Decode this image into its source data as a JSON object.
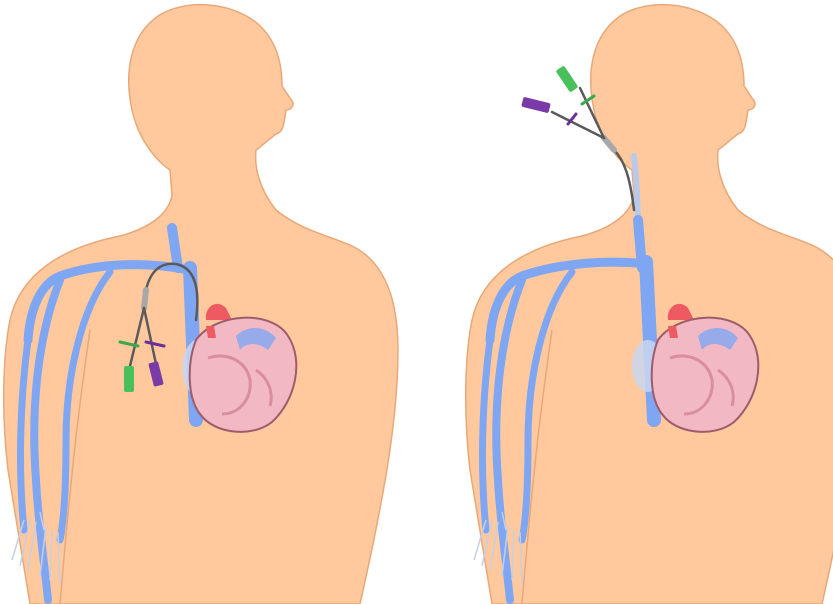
{
  "figure": {
    "panels": [
      {
        "id": "left",
        "route": "chest-catheter"
      },
      {
        "id": "right",
        "route": "neck-catheter"
      }
    ]
  },
  "colors": {
    "background": "#ffffff",
    "skin": "#ffc99d",
    "skin_outline": "#e8a878",
    "vein": "#7fa6f2",
    "vein_dark": "#5f86de",
    "artery": "#ee5a62",
    "heart": "#f2b8c4",
    "heart_dark": "#d98ea0",
    "heart_outline": "#9e5c6a",
    "catheter_line": "#5a5a5a",
    "catheter_metal": "#a8a8a8",
    "port_green": "#49c05a",
    "port_purple": "#7a3aa8",
    "clamp_green": "#3aa84c",
    "clamp_purple": "#6a2f96",
    "pericardium": "#c9d6f0"
  }
}
